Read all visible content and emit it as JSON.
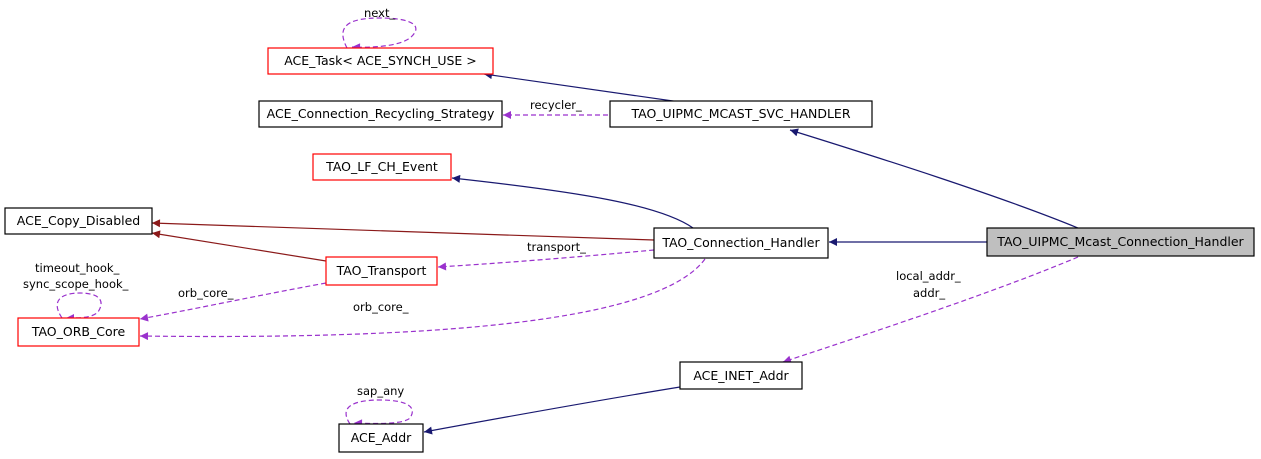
{
  "colors": {
    "inheritance": "#191970",
    "private_inheritance": "#8b1a1a",
    "usage": "#9a32cd",
    "border_normal": "#000000",
    "border_truncated": "#ff0000",
    "focus_fill": "#bfbfbf",
    "background": "#ffffff"
  },
  "nodes": {
    "ace_task": {
      "label": "ACE_Task< ACE_SYNCH_USE >"
    },
    "ace_conn_recycling": {
      "label": "ACE_Connection_Recycling_Strategy"
    },
    "tao_uipmc_mcast_svc_handler": {
      "label": "TAO_UIPMC_MCAST_SVC_HANDLER"
    },
    "tao_lf_ch_event": {
      "label": "TAO_LF_CH_Event"
    },
    "ace_copy_disabled": {
      "label": "ACE_Copy_Disabled"
    },
    "tao_connection_handler": {
      "label": "TAO_Connection_Handler"
    },
    "tao_uipmc_mcast_connection_handler": {
      "label": "TAO_UIPMC_Mcast_Connection_Handler"
    },
    "tao_transport": {
      "label": "TAO_Transport"
    },
    "tao_orb_core": {
      "label": "TAO_ORB_Core"
    },
    "ace_inet_addr": {
      "label": "ACE_INET_Addr"
    },
    "ace_addr": {
      "label": "ACE_Addr"
    }
  },
  "edge_labels": {
    "next": "next_",
    "recycler": "recycler_",
    "transport": "transport_",
    "timeout_hook": "timeout_hook_",
    "sync_scope_hook": "sync_scope_hook_",
    "orb_core_transport": "orb_core_",
    "orb_core_handler": "orb_core_",
    "local_addr": "local_addr_",
    "addr": "addr_",
    "sap_any": "sap_any"
  }
}
